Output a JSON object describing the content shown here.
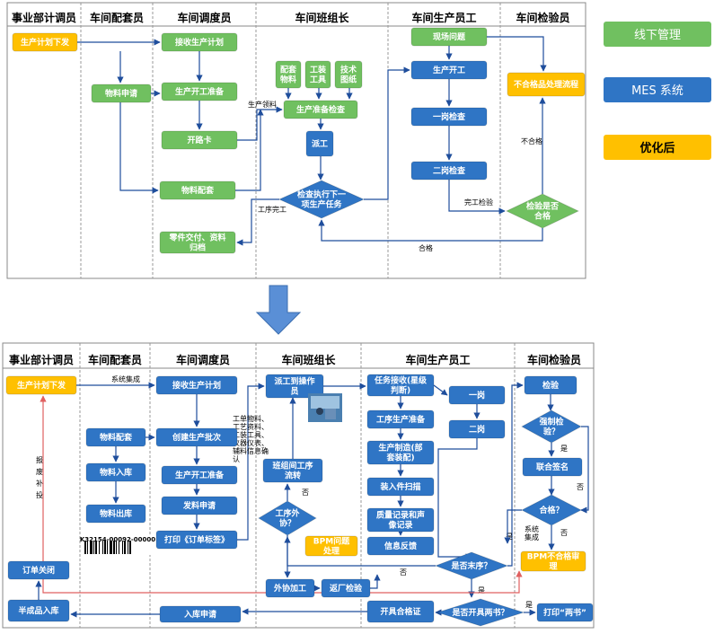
{
  "colors": {
    "offline": "#70c060",
    "mes": "#2f75c5",
    "optimized": "#ffc000",
    "diamond": "#1a6fbf",
    "line": "#1f4e9c",
    "red_line": "#e06060",
    "arrow": "#5a8fd6"
  },
  "legend": [
    {
      "id": "offline",
      "label": "线下管理"
    },
    {
      "id": "mes",
      "label": "MES 系统"
    },
    {
      "id": "optimized",
      "label": "优化后"
    }
  ],
  "top": {
    "lanes": [
      "事业部计调员",
      "车间配套员",
      "车间调度员",
      "车间班组长",
      "车间生产员工",
      "车间检验员"
    ],
    "nodes": {
      "plan_issue": "生产计划下发",
      "material_request": "物料申请",
      "receive_plan": "接收生产计划",
      "prod_prep": "生产开工准备",
      "work_card": "开路卡",
      "material_kit": "物料配套",
      "parts_delivery": "零件交付、资料归档",
      "kit_material": "配套物料",
      "tooling": "工装工具",
      "tech_drawing": "技术图纸",
      "prep_check": "生产准备检查",
      "dispatch": "派工",
      "check_exec": "检查执行下一项生产任务",
      "site_issue": "现场问题",
      "start_prod": "生产开工",
      "first_check": "一岗检查",
      "second_check": "二岗检查",
      "nonconforming": "不合格品处理流程",
      "inspect_pass": "检验是否合格"
    },
    "edges": {
      "prod_material": "生产领料",
      "process_done": "工序完工",
      "done_inspect": "完工检验",
      "fail": "不合格",
      "pass": "合格"
    }
  },
  "bottom": {
    "lanes": [
      "事业部计调员",
      "车间配套员",
      "车间调度员",
      "车间班组长",
      "车间生产员工",
      "车间检验员"
    ],
    "nodes": {
      "plan_issue": "生产计划下发",
      "scrap_supplement": "报废补投",
      "order_close": "订单关闭",
      "semi_storage": "半成品入库",
      "material_kit": "物料配套",
      "material_in": "物料入库",
      "material_out": "物料出库",
      "barcode": "K32154-00092-00000",
      "receive_plan": "接收生产计划",
      "create_batch": "创建生产批次",
      "prod_prep": "生产开工准备",
      "issue_request": "发料申请",
      "print_order": "打印《订单标签》",
      "storage_request": "入库申请",
      "dispatch": "派工到操作员",
      "team_transfer": "班组间工序流转",
      "outsource_q": "工序外协？",
      "bpm_issue": "BPM问题处理",
      "outsource_process": "外协加工",
      "return_inspect": "返厂检验",
      "task_receive": "任务接收(星级判断)",
      "process_prep": "工序生产准备",
      "prod_make": "生产制造(部套装配)",
      "assembly_scan": "装入件扫描",
      "quality_record": "质量记录和声像记录",
      "info_feedback": "信息反馈",
      "first_post": "一岗",
      "second_post": "二岗",
      "last_q": "是否末序？",
      "two_books_q": "是否开具两书？",
      "qualified_cert": "开具合格证",
      "inspect": "检验",
      "force_inspect_q": "强制检验？",
      "joint_sign": "联合签名",
      "pass_q": "合格？",
      "bpm_nonconforming": "BPM不合格审理",
      "print_two_books": "打印“两书”"
    },
    "edges": {
      "system_integration": "系统集成",
      "materials_info": "工单物料、工艺资料、工装工具、仪器仪表、辅料信息确认",
      "no": "否",
      "yes": "是",
      "system_integration2": "系统集成"
    }
  }
}
